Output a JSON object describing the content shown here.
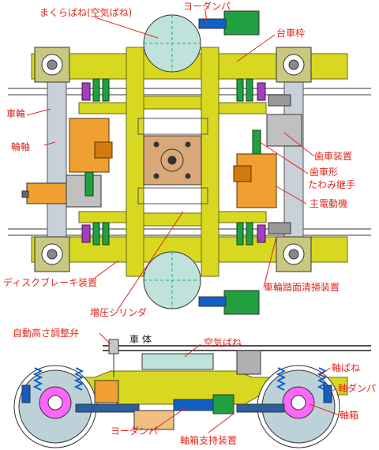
{
  "labels": {
    "makura_bane": "まくらばね(空気ばね)",
    "yaw_damper_top": "ヨーダンパ",
    "daisha_waku": "台車枠",
    "sharin": "車輪",
    "jiku": "輪軸",
    "haguruma_souchi": "歯車装置",
    "haguruma_tsugite_1": "歯車形",
    "haguruma_tsugite_2": "たわみ継手",
    "shu_dendouki": "主電動機",
    "disc_brake": "ディスクブレーキ装置",
    "tomen_seisou": "車輪踏面清掃装置",
    "zoatsu_cylinder": "増圧シリンダ",
    "jidou_takasa": "自動高さ調整弁",
    "shatai": "車 体",
    "kuuki_bane": "空気ばね",
    "jiku_bane": "軸ばね",
    "jiku_damper": "軸ダンパ",
    "jikubako": "軸箱",
    "yaw_damper_bottom": "ヨーダンパ",
    "jikubako_shiji": "軸箱支持装置"
  },
  "colors": {
    "frame": "#d8d820",
    "frame_dark": "#8a8a10",
    "spring": "#bfe3da",
    "motor": "#f0a030",
    "center": "#d9a878",
    "wheel": "#bcd2d8",
    "axlebox": "#ff66ff",
    "coupling": "#20a040",
    "damper": "#1060c8",
    "label": "#e0281e"
  }
}
